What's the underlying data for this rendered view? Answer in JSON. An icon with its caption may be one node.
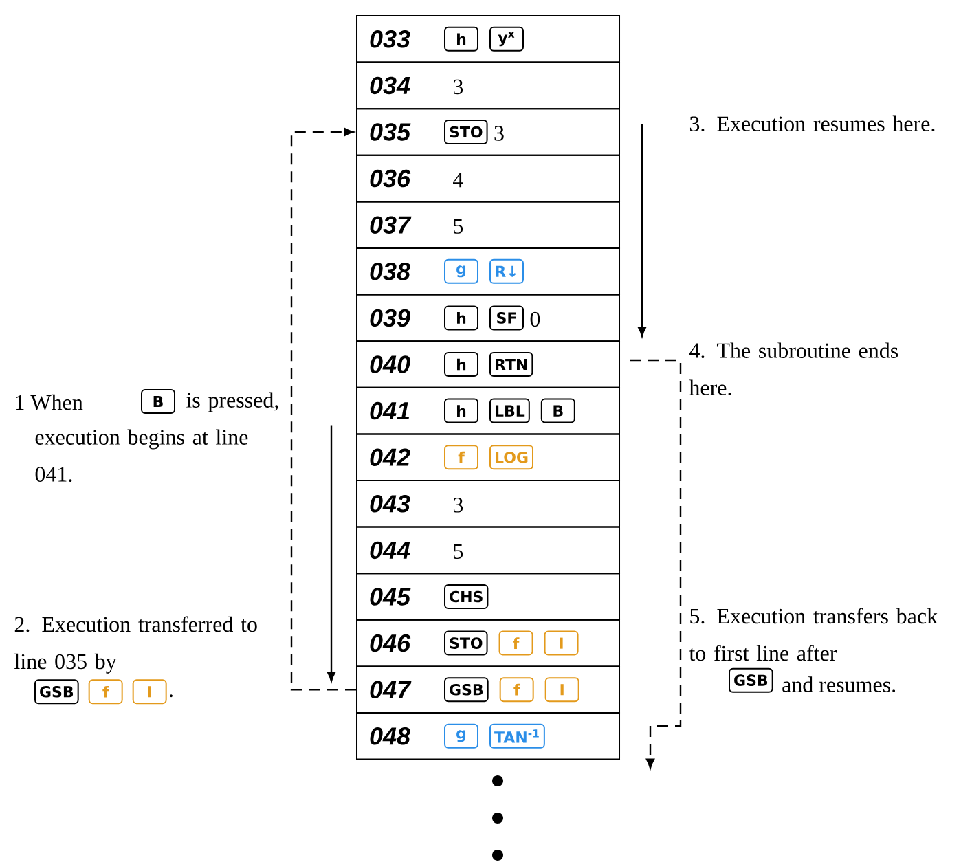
{
  "diagram": {
    "nodes": [
      {
        "text": [
          "033"
        ]
      },
      {
        "text": [
          "h"
        ],
        "in": 0
      },
      {
        "text": [
          "y$^{x}$"
        ],
        "in": 0
      },
      {
        "text": [
          "034",
          "3"
        ]
      },
      {
        "text": [
          "035",
          "3"
        ]
      },
      {
        "text": [
          "STO"
        ],
        "in": 4
      },
      {
        "text": [
          "036",
          "4"
        ]
      },
      {
        "text": [
          "037",
          "5"
        ]
      },
      {
        "text": [
          "038"
        ]
      },
      {
        "text": [
          "g"
        ],
        "in": 8
      },
      {
        "text": [
          "R↓"
        ],
        "in": 8
      },
      {
        "text": [
          "039",
          "0"
        ]
      },
      {
        "text": [
          "h"
        ],
        "in": 11
      },
      {
        "text": [
          "SF"
        ],
        "in": 11
      },
      {
        "text": [
          "040"
        ]
      },
      {
        "text": [
          "h"
        ],
        "in": 14
      },
      {
        "text": [
          "RTN"
        ],
        "in": 14
      },
      {
        "text": [
          "041"
        ]
      },
      {
        "text": [
          "h"
        ],
        "in": 17
      },
      {
        "text": [
          "LBL"
        ],
        "in": 17
      },
      {
        "text": [
          "B"
        ],
        "in": 17
      },
      {
        "text": [
          "042"
        ]
      },
      {
        "text": [
          "f"
        ],
        "in": 21
      },
      {
        "text": [
          "LOG"
        ],
        "in": 21
      },
      {
        "text": [
          "043",
          "3"
        ]
      },
      {
        "text": [
          "044",
          "5"
        ]
      },
      {
        "text": [
          "045"
        ]
      },
      {
        "text": [
          "CHS"
        ],
        "in": 26
      },
      {
        "text": [
          "046"
        ]
      },
      {
        "text": [
          "STO"
        ],
        "in": 28
      },
      {
        "text": [
          "f"
        ],
        "in": 28
      },
      {
        "text": [
          "I"
        ],
        "in": 28
      },
      {
        "text": [
          "047"
        ]
      },
      {
        "text": [
          "GSB"
        ],
        "in": 32
      },
      {
        "text": [
          "f"
        ],
        "in": 32
      },
      {
        "text": [
          "I"
        ],
        "in": 32
      },
      {
        "text": [
          "048"
        ]
      },
      {
        "text": [
          "g"
        ],
        "in": 36
      },
      {
        "text": [
          "TAN$^{-1}$"
        ],
        "in": 36
      },
      {
        "text": [
          "B"
        ]
      },
      {
        "text": [
          "GSB"
        ]
      },
      {
        "text": [
          "f"
        ]
      },
      {
        "text": [
          "I"
        ]
      },
      {
        "text": [
          "GSB"
        ]
      }
    ],
    "edges": [
      {
        "from": 32,
        "to": 4,
        "arrow": "to",
        "style": "dashed"
      },
      {
        "from": 17,
        "to": 32,
        "arrow": "to"
      },
      {
        "from": 4,
        "to": 14,
        "arrow": "to"
      },
      {
        "from": 14,
        "to": 36,
        "arrow": "to",
        "style": "dashed"
      }
    ],
    "labels": [
      "1 When",
      "is pressed, execution begins at line 041.",
      "2. Execution transferred to line 035 by",
      ".",
      "3. Execution resumes here.",
      "4. The subroutine ends here.",
      "5. Execution transfers back to first line after",
      "and resumes."
    ]
  }
}
